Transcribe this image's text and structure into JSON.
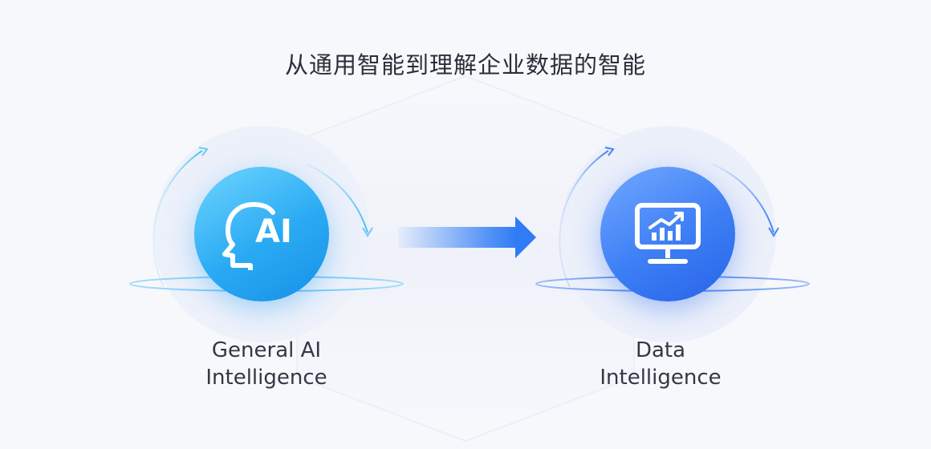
{
  "title": "从通用智能到理解企业数据的智能",
  "nodes": [
    {
      "label_line1": "General AI",
      "label_line2": "Intelligence",
      "icon": "ai-head-icon",
      "badge_text": "AI",
      "color": "#2aaaf3"
    },
    {
      "label_line1": "Data",
      "label_line2": "Intelligence",
      "icon": "data-monitor-chart-icon",
      "color": "#3d7ef5"
    }
  ],
  "connector": {
    "icon": "arrow-right-icon",
    "color": "#2f7cf6"
  }
}
